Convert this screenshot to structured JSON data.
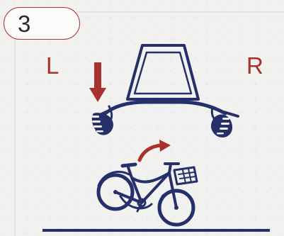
{
  "step": {
    "number": "3"
  },
  "labels": {
    "left": "L",
    "right": "R"
  },
  "colors": {
    "navy": "#25306a",
    "red": "#a8302f",
    "badge_border": "#b0323a",
    "background": "#f1f1ef"
  },
  "icons": {
    "phone": "phone-mount-icon",
    "handlebar": "handlebar-icon",
    "press": "down-arrow-icon",
    "lift": "curved-arrow-icon",
    "bike": "bicycle-icon"
  }
}
